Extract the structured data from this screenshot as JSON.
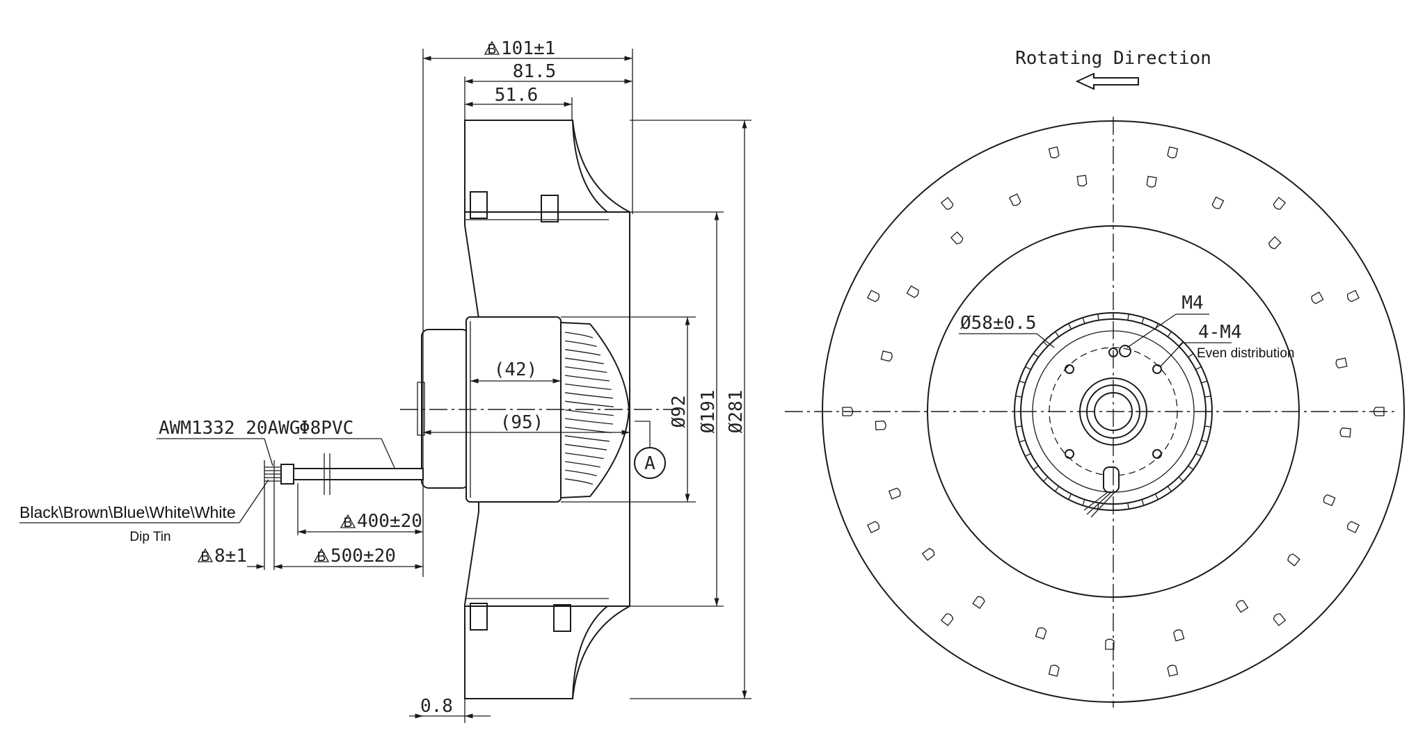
{
  "side_view": {
    "dim_overall_width": "101±1",
    "dim_width_2": "81.5",
    "dim_width_3": "51.6",
    "dim_motor_42": "(42)",
    "dim_motor_95": "(95)",
    "dia_92": "Ø92",
    "dia_191": "Ø191",
    "dia_281": "Ø281",
    "dim_gap": "0.8",
    "view_marker": "A",
    "flag_marker": "B"
  },
  "cable": {
    "wire_spec": "AWM1332 20AWG",
    "sheath": "Φ8PVC",
    "wire_colors": "Black\\Brown\\Blue\\White\\White",
    "termination": "Dip Tin",
    "len_400": "400±20",
    "len_500": "500±20",
    "strip_8": "8±1"
  },
  "front_view": {
    "rotation_label": "Rotating Direction",
    "hub_dia": "Ø58±0.5",
    "thread": "M4",
    "holes": "4-M4",
    "holes_note": "Even distribution"
  }
}
